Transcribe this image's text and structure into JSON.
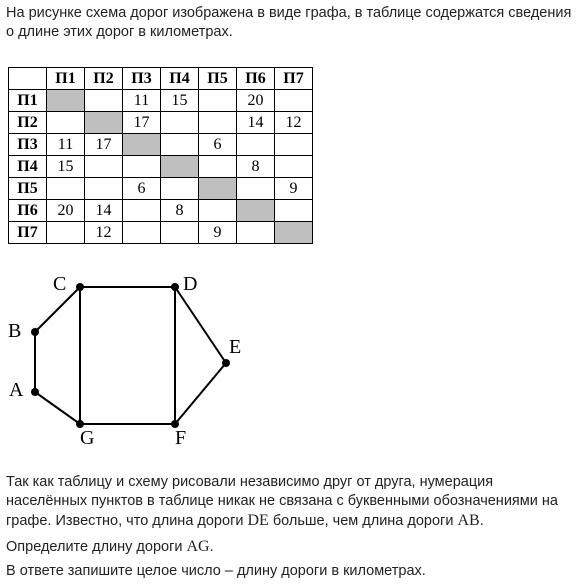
{
  "intro": "На рисунке схема дорог изображена в виде графа, в таблице содержатся сведения о длине этих дорог в километрах.",
  "table": {
    "headers": [
      "П1",
      "П2",
      "П3",
      "П4",
      "П5",
      "П6",
      "П7"
    ],
    "rows": [
      {
        "label": "П1",
        "cells": [
          "",
          "",
          "11",
          "15",
          "",
          "20",
          ""
        ]
      },
      {
        "label": "П2",
        "cells": [
          "",
          "",
          "17",
          "",
          "",
          "14",
          "12"
        ]
      },
      {
        "label": "П3",
        "cells": [
          "11",
          "17",
          "",
          "",
          "6",
          "",
          ""
        ]
      },
      {
        "label": "П4",
        "cells": [
          "15",
          "",
          "",
          "",
          "",
          "8",
          ""
        ]
      },
      {
        "label": "П5",
        "cells": [
          "",
          "",
          "6",
          "",
          "",
          "",
          "9"
        ]
      },
      {
        "label": "П6",
        "cells": [
          "20",
          "14",
          "",
          "8",
          "",
          "",
          ""
        ]
      },
      {
        "label": "П7",
        "cells": [
          "",
          "12",
          "",
          "",
          "9",
          "",
          ""
        ]
      }
    ],
    "diagonal_color": "#bfbfbf"
  },
  "graph": {
    "nodes": [
      "A",
      "B",
      "C",
      "D",
      "E",
      "F",
      "G"
    ],
    "edges": [
      "A-B",
      "B-C",
      "C-D",
      "C-G",
      "D-F",
      "D-E",
      "E-F",
      "F-G",
      "A-G"
    ]
  },
  "para1": {
    "text": "Так как таблицу и схему рисовали независимо друг от друга, нумерация населённых пунктов в таблице никак не связана с буквенными обозначениями на графе. Известно, что длина дороги ",
    "road1": "DE",
    "middle": " больше, чем длина дороги ",
    "road2": "AB",
    "end": "."
  },
  "para2": {
    "text": "Определите длину дороги ",
    "road": "AG",
    "end": "."
  },
  "para3": "В ответе запишите целое число – длину дороги в километрах."
}
